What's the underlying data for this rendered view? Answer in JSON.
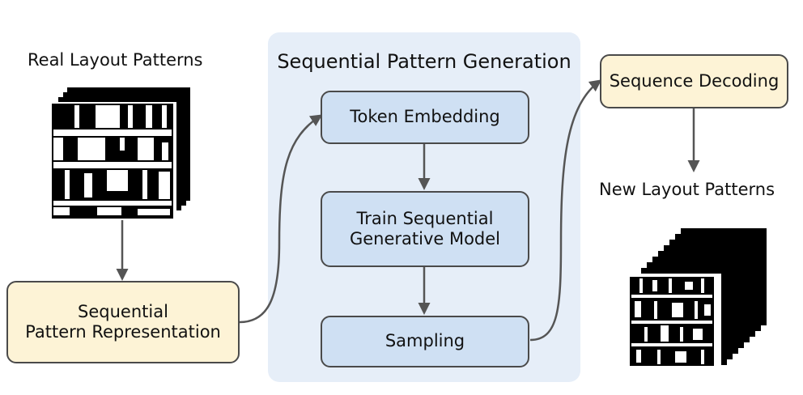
{
  "labels": {
    "real_layout_patterns": "Real Layout Patterns",
    "new_layout_patterns": "New Layout Patterns"
  },
  "panel": {
    "title": "Sequential Pattern Generation",
    "background": "#e6eef8"
  },
  "boxes": {
    "token_embedding": "Token Embedding",
    "train_model_line1": "Train Sequential",
    "train_model_line2": "Generative Model",
    "sampling": "Sampling",
    "sequence_decoding": "Sequence Decoding",
    "representation_line1": "Sequential",
    "representation_line2": "Pattern Representation"
  },
  "colors": {
    "blue_box": "#cfe0f3",
    "cream_box": "#fdf3d6",
    "arrow": "#555555",
    "border": "#4a4a4a"
  }
}
